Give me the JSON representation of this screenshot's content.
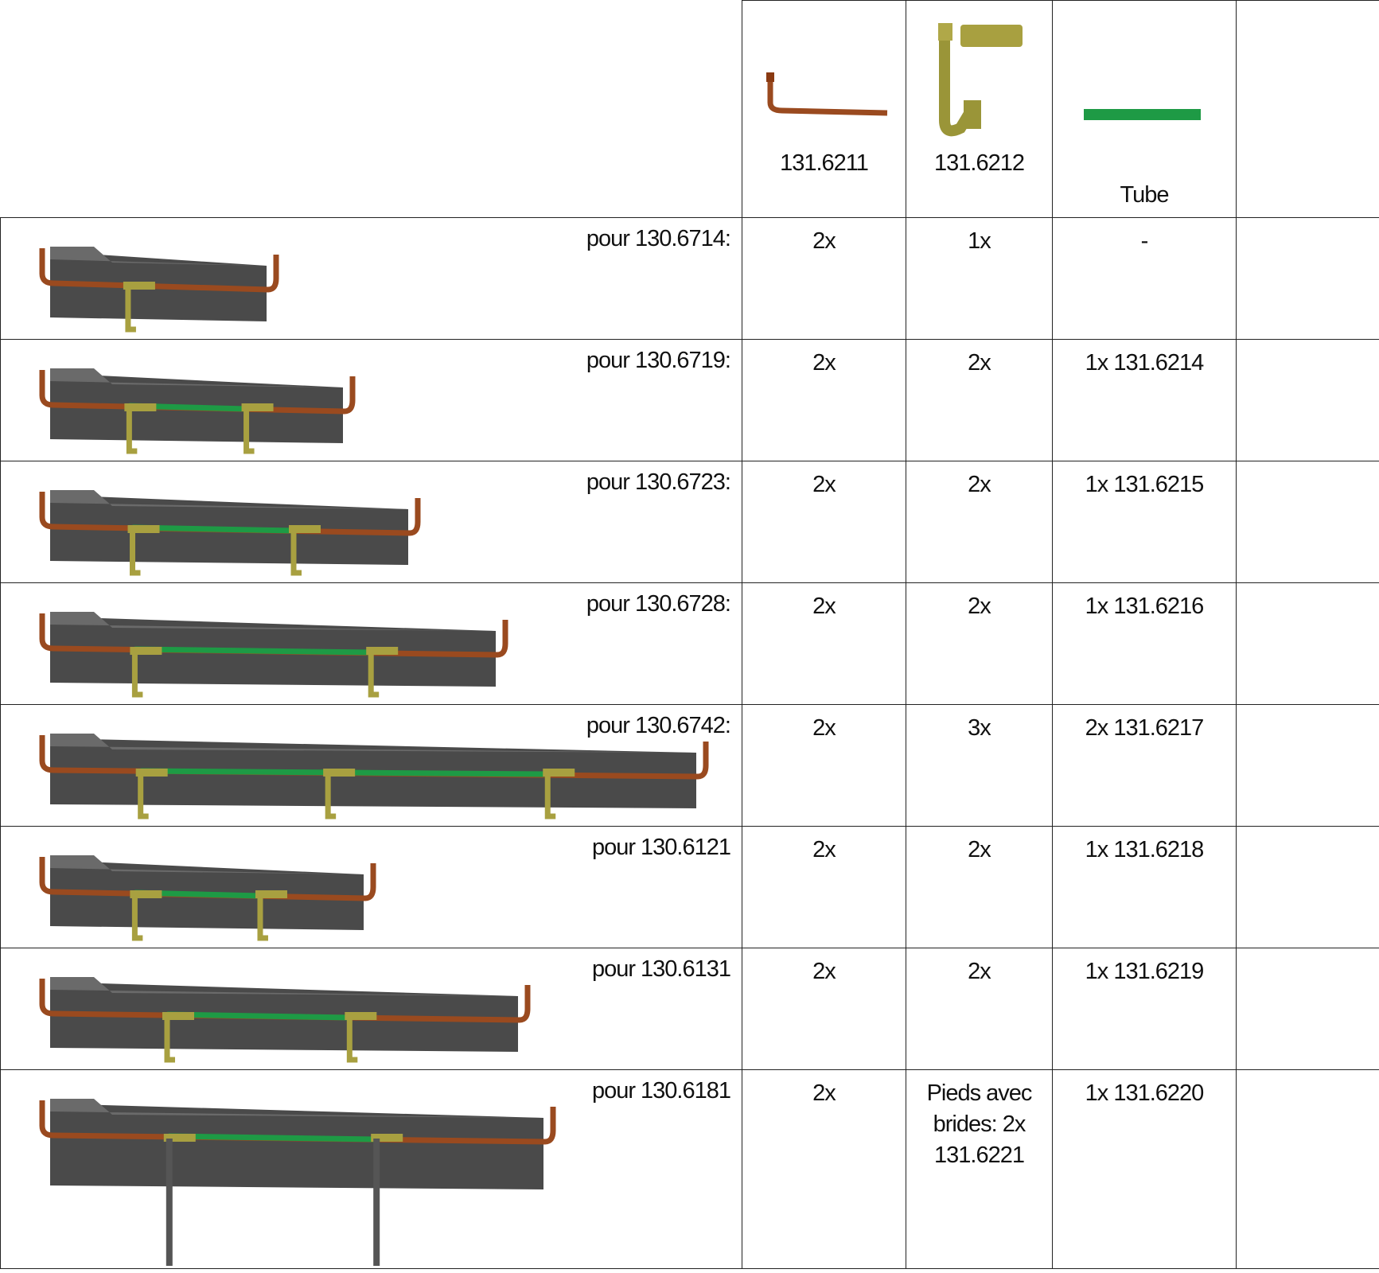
{
  "header": {
    "parts": [
      {
        "label": "131.6211",
        "icon": "corner-rail-icon"
      },
      {
        "label": "131.6212",
        "icon": "bracket-support-icon"
      },
      {
        "label": "Tube",
        "icon": "green-tube-icon"
      }
    ]
  },
  "rows": [
    {
      "label": "pour 130.6714:",
      "p1": "2x",
      "p2": "1x",
      "tube": "-"
    },
    {
      "label": "pour 130.6719:",
      "p1": "2x",
      "p2": "2x",
      "tube": "1x 131.6214"
    },
    {
      "label": "pour 130.6723:",
      "p1": "2x",
      "p2": "2x",
      "tube": "1x 131.6215"
    },
    {
      "label": "pour 130.6728:",
      "p1": "2x",
      "p2": "2x",
      "tube": "1x 131.6216"
    },
    {
      "label": "pour 130.6742:",
      "p1": "2x",
      "p2": "3x",
      "tube": "2x 131.6217"
    },
    {
      "label": "pour 130.6121",
      "p1": "2x",
      "p2": "2x",
      "tube": "1x 131.6218"
    },
    {
      "label": "pour 130.6131",
      "p1": "2x",
      "p2": "2x",
      "tube": "1x 131.6219"
    },
    {
      "label": "pour 130.6181",
      "p1": "2x",
      "p2": "Pieds avec brides: 2x 131.6221",
      "tube": "1x 131.6220"
    }
  ],
  "colors": {
    "rail": "#9a4a1f",
    "tube": "#1e9a45",
    "bracket": "#a8a040",
    "body": "#4a4a4a"
  }
}
